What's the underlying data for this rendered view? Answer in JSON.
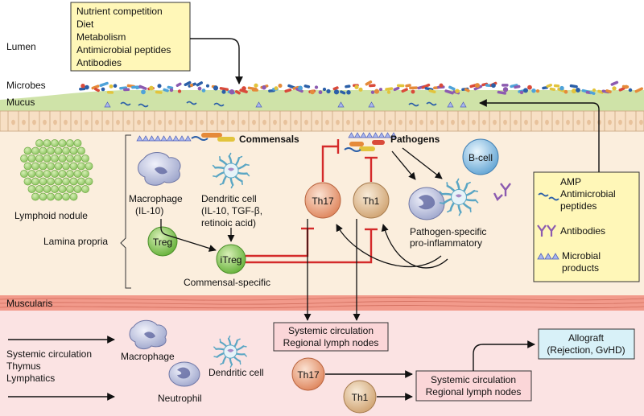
{
  "regions": {
    "lumen": "Lumen",
    "microbes": "Microbes",
    "mucus": "Mucus",
    "lamina_propria": "Lamina propria",
    "muscularis": "Muscularis"
  },
  "lumen_box": {
    "lines": [
      "Nutrient competition",
      "Diet",
      "Metabolism",
      "Antimicrobial peptides",
      "Antibodies"
    ]
  },
  "lymphoid_nodule": "Lymphoid nodule",
  "labels": {
    "commensals": "Commensals",
    "pathogens": "Pathogens",
    "macrophage": [
      "Macrophage",
      "(IL-10)"
    ],
    "dendritic": [
      "Dendritic cell",
      "(IL-10, TGF-β,",
      "retinoic acid)"
    ],
    "treg": "Treg",
    "itreg": "iTreg",
    "commensal_specific": "Commensal-specific",
    "th17": "Th17",
    "th1": "Th1",
    "bcell": "B-cell",
    "pathogen_specific": [
      "Pathogen-specific",
      "pro-inflammatory"
    ]
  },
  "legend": {
    "amp_title": "AMP",
    "amp_desc": [
      "Antimicrobial",
      "peptides"
    ],
    "antibodies": "Antibodies",
    "microbial": [
      "Microbial",
      "products"
    ]
  },
  "bottom": {
    "left_list": [
      "Systemic circulation",
      "Thymus",
      "Lymphatics"
    ],
    "macrophage": "Macrophage",
    "neutrophil": "Neutrophil",
    "dendritic": "Dendritic cell",
    "systemic_box_1": [
      "Systemic circulation",
      "Regional lymph nodes"
    ],
    "th17": "Th17",
    "th1": "Th1",
    "systemic_box_2": [
      "Systemic circulation",
      "Regional lymph nodes"
    ],
    "allograft": [
      "Allograft",
      "(Rejection, GvHD)"
    ]
  },
  "colors": {
    "lamina": "#fbeedd",
    "lower": "#fbe3e3",
    "muscularis": "#f29a8b",
    "mucus": "#cfe3a8",
    "yellow_box": "#fff7b8",
    "pink_box": "#fbd6d8",
    "blue_box": "#d8f1f8",
    "inhibit": "#d42a2a"
  }
}
